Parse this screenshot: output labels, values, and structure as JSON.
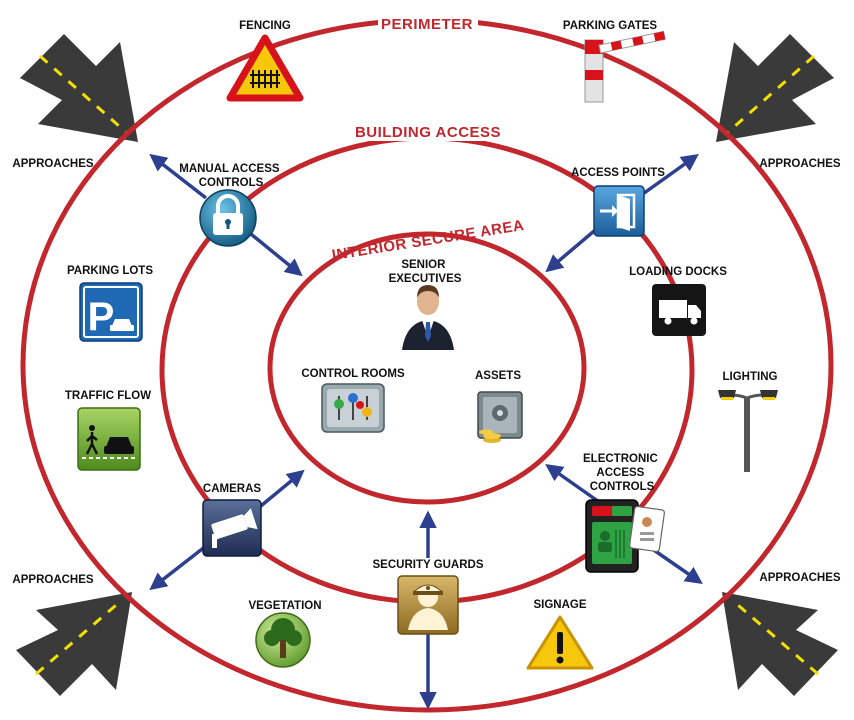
{
  "rings": {
    "perimeter": "PERIMETER",
    "building": "BUILDING ACCESS",
    "interior": "INTERIOR SECURE AREA"
  },
  "labels": {
    "fencing": "FENCING",
    "parking_gates": "PARKING GATES",
    "approaches_top_left": "APPROACHES",
    "approaches_top_right": "APPROACHES",
    "approaches_bottom_left": "APPROACHES",
    "approaches_bottom_right": "APPROACHES",
    "manual_access_1": "MANUAL ACCESS",
    "manual_access_2": "CONTROLS",
    "access_points": "ACCESS POINTS",
    "loading_docks": "LOADING DOCKS",
    "parking_lots": "PARKING LOTS",
    "traffic_flow": "TRAFFIC FLOW",
    "lighting": "LIGHTING",
    "senior_1": "SENIOR",
    "senior_2": "EXECUTIVES",
    "control_rooms": "CONTROL ROOMS",
    "assets": "ASSETS",
    "electronic_1": "ELECTRONIC",
    "electronic_2": "ACCESS",
    "electronic_3": "CONTROLS",
    "cameras": "CAMERAS",
    "security_guards": "SECURITY GUARDS",
    "vegetation": "VEGETATION",
    "signage": "SIGNAGE"
  },
  "colors": {
    "ring": "#c1272d",
    "arrow": "#2d3f8f",
    "road": "#3a3a3a",
    "road_line": "#f2e000"
  },
  "icons": {
    "fencing": "warning-fence-icon",
    "parking_gates": "barrier-gate-icon",
    "manual_access": "padlock-icon",
    "access_points": "door-enter-icon",
    "loading_docks": "truck-icon",
    "parking_lots": "parking-sign-icon",
    "traffic_flow": "pedestrian-car-icon",
    "lighting": "street-lamp-icon",
    "senior_executives": "businessman-icon",
    "control_rooms": "control-panel-icon",
    "assets": "safe-icon",
    "electronic_access": "card-reader-icon",
    "cameras": "camera-icon",
    "security_guards": "guard-icon",
    "vegetation": "tree-icon",
    "signage": "warning-sign-icon"
  }
}
